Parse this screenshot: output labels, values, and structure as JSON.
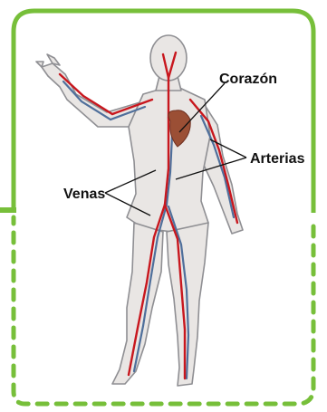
{
  "labels": {
    "heart": "Corazón",
    "arteries": "Arterias",
    "veins": "Venas"
  },
  "colors": {
    "frame": "#77bf3a",
    "artery": "#c8171e",
    "vein": "#4f6f9b",
    "heart": "#9b4f35",
    "skin": "#e9e6e4",
    "outline": "#8f8f93"
  }
}
